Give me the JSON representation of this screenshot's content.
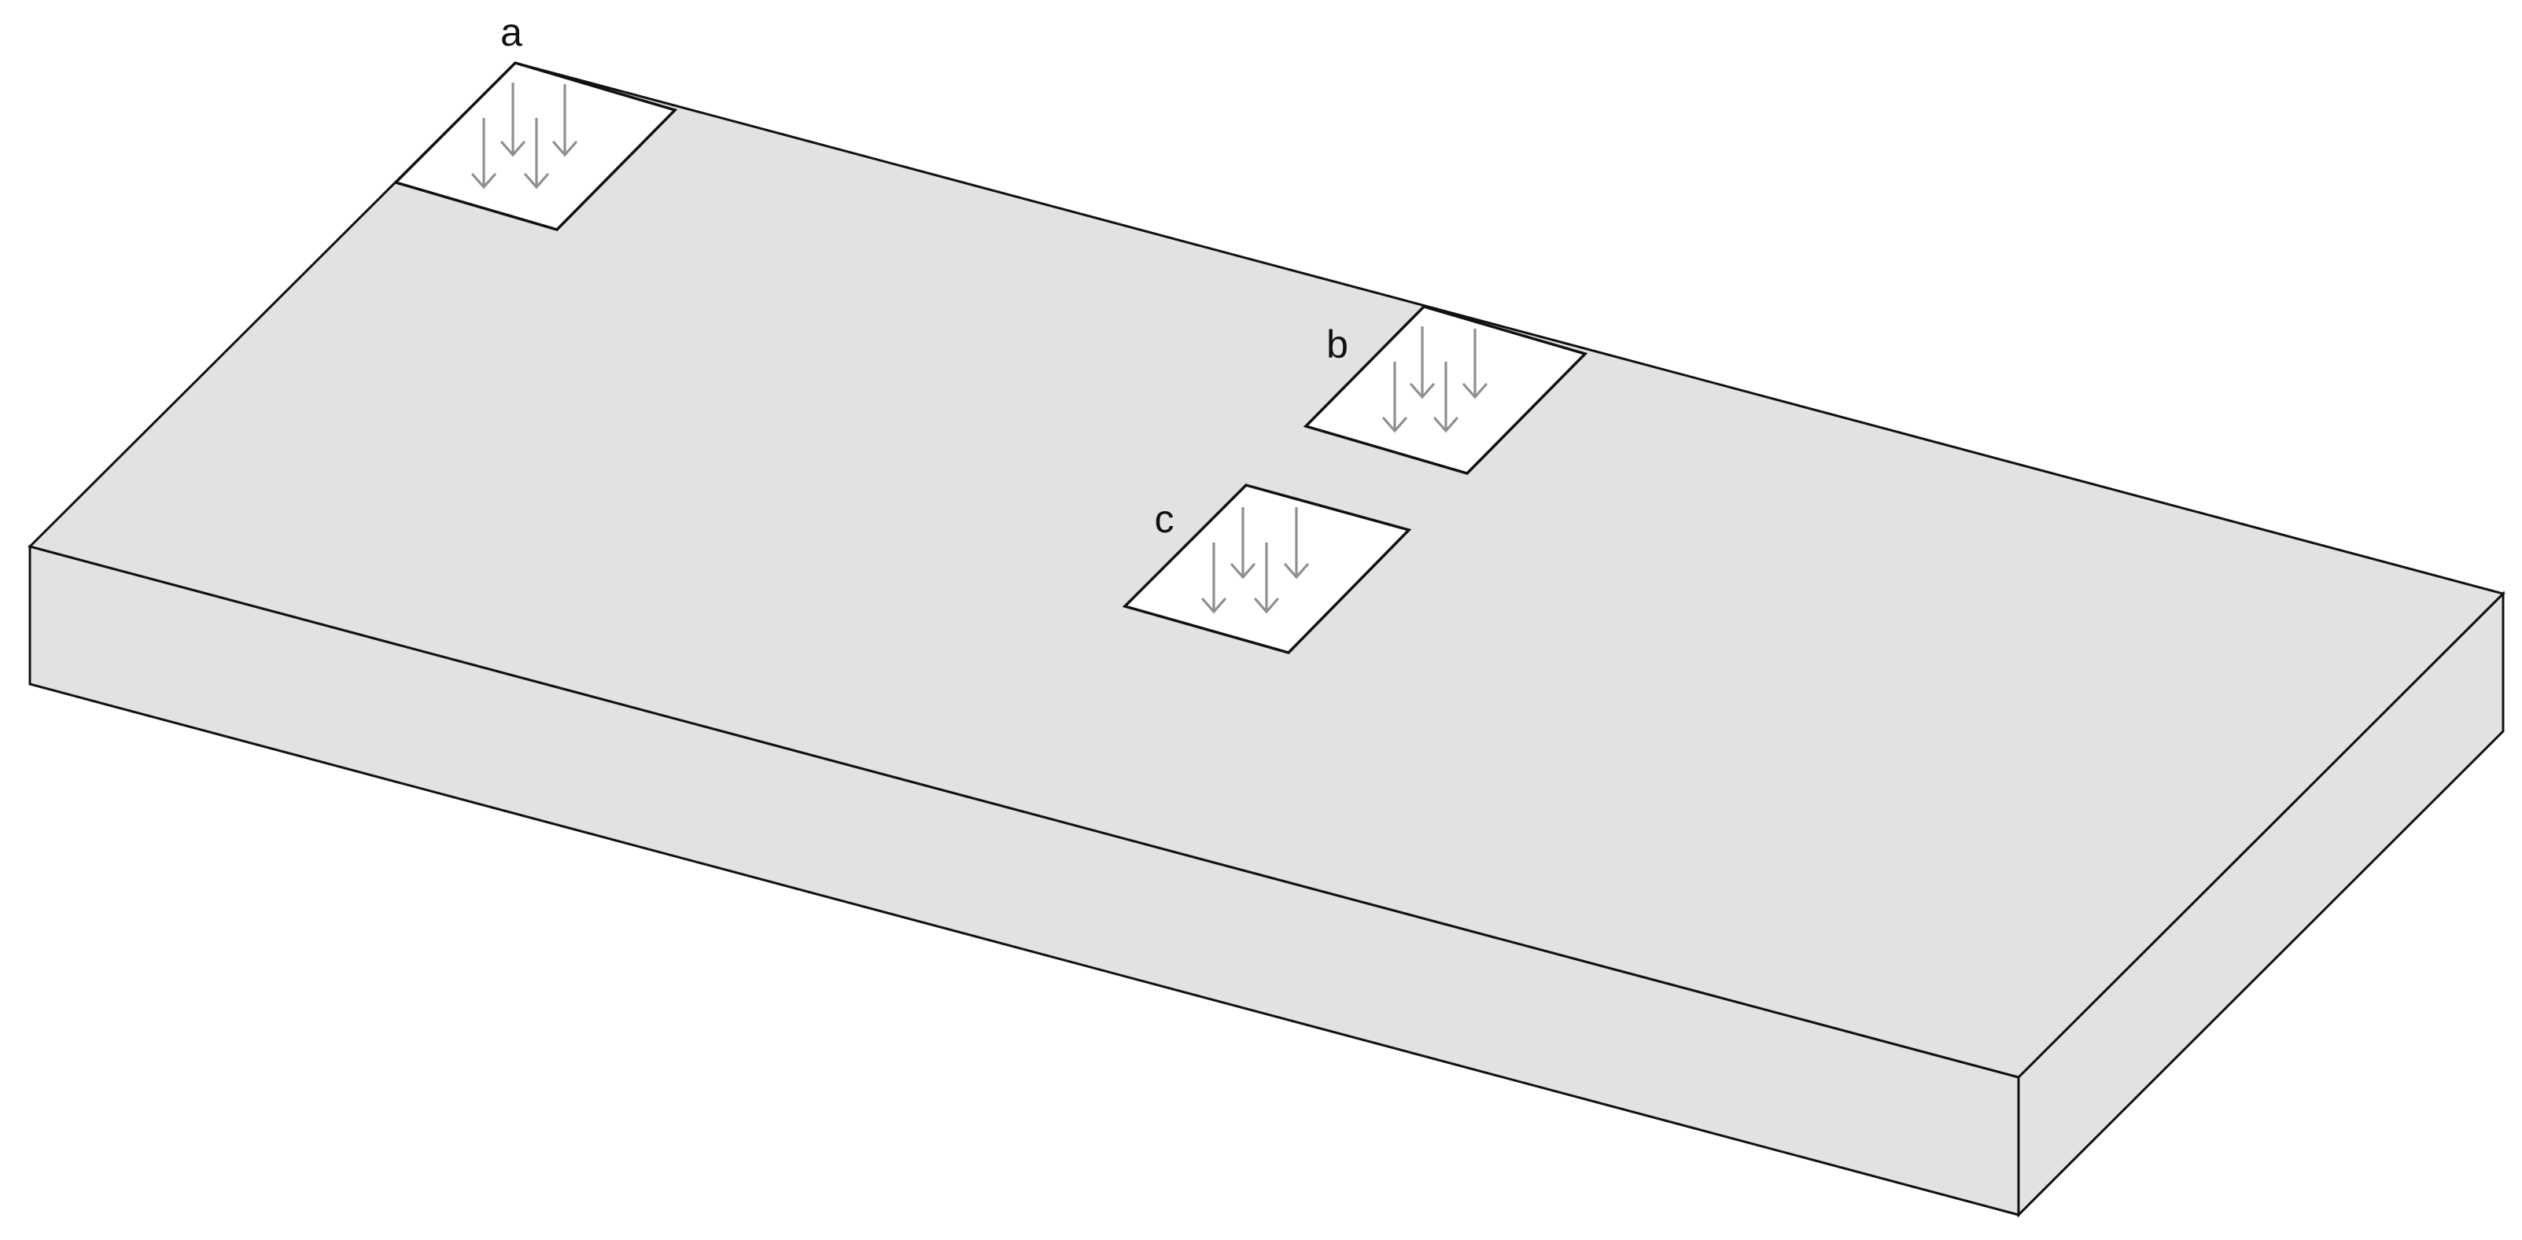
{
  "figure": {
    "colors": {
      "slab_surface": "#e1e2e4",
      "patch_fill": "#ffffff",
      "outline": "#111111",
      "arrow": "#8f8f8f"
    },
    "patches": [
      {
        "label": "a",
        "arrow_count": 4
      },
      {
        "label": "b",
        "arrow_count": 4
      },
      {
        "label": "c",
        "arrow_count": 4
      }
    ]
  }
}
